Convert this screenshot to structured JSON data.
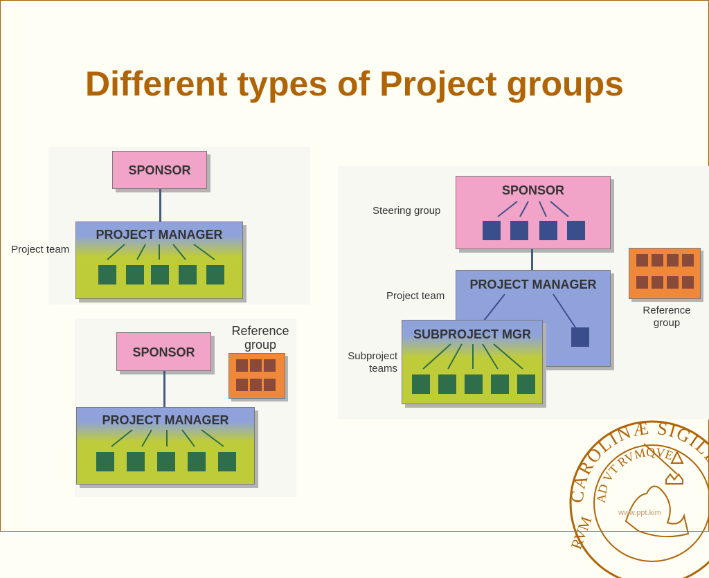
{
  "title": "Different types of Project groups",
  "diagram1": {
    "sponsor": "SPONSOR",
    "manager": "PROJECT MANAGER",
    "team_label": "Project team"
  },
  "diagram2": {
    "sponsor": "SPONSOR",
    "manager": "PROJECT MANAGER",
    "reference_label": "Reference\ngroup"
  },
  "diagram3": {
    "sponsor": "SPONSOR",
    "steering_label": "Steering group",
    "manager": "PROJECT MANAGER",
    "team_label": "Project team",
    "subproject": "SUBPROJECT MGR",
    "subproject_label": "Subproject\nteams",
    "reference_label": "Reference\ngroup"
  },
  "seal": {
    "top_text": "CAROLINÆ SIGILL",
    "bottom_text": "RVM",
    "inner_text": "AD VT RVMQVE"
  },
  "watermark": "www.ppt.kim",
  "colors": {
    "title": "#b06408",
    "sponsor": "#f2a3c8",
    "manager": "#8fa3da",
    "team": "#bfcc3a",
    "reference": "#f0883a"
  }
}
